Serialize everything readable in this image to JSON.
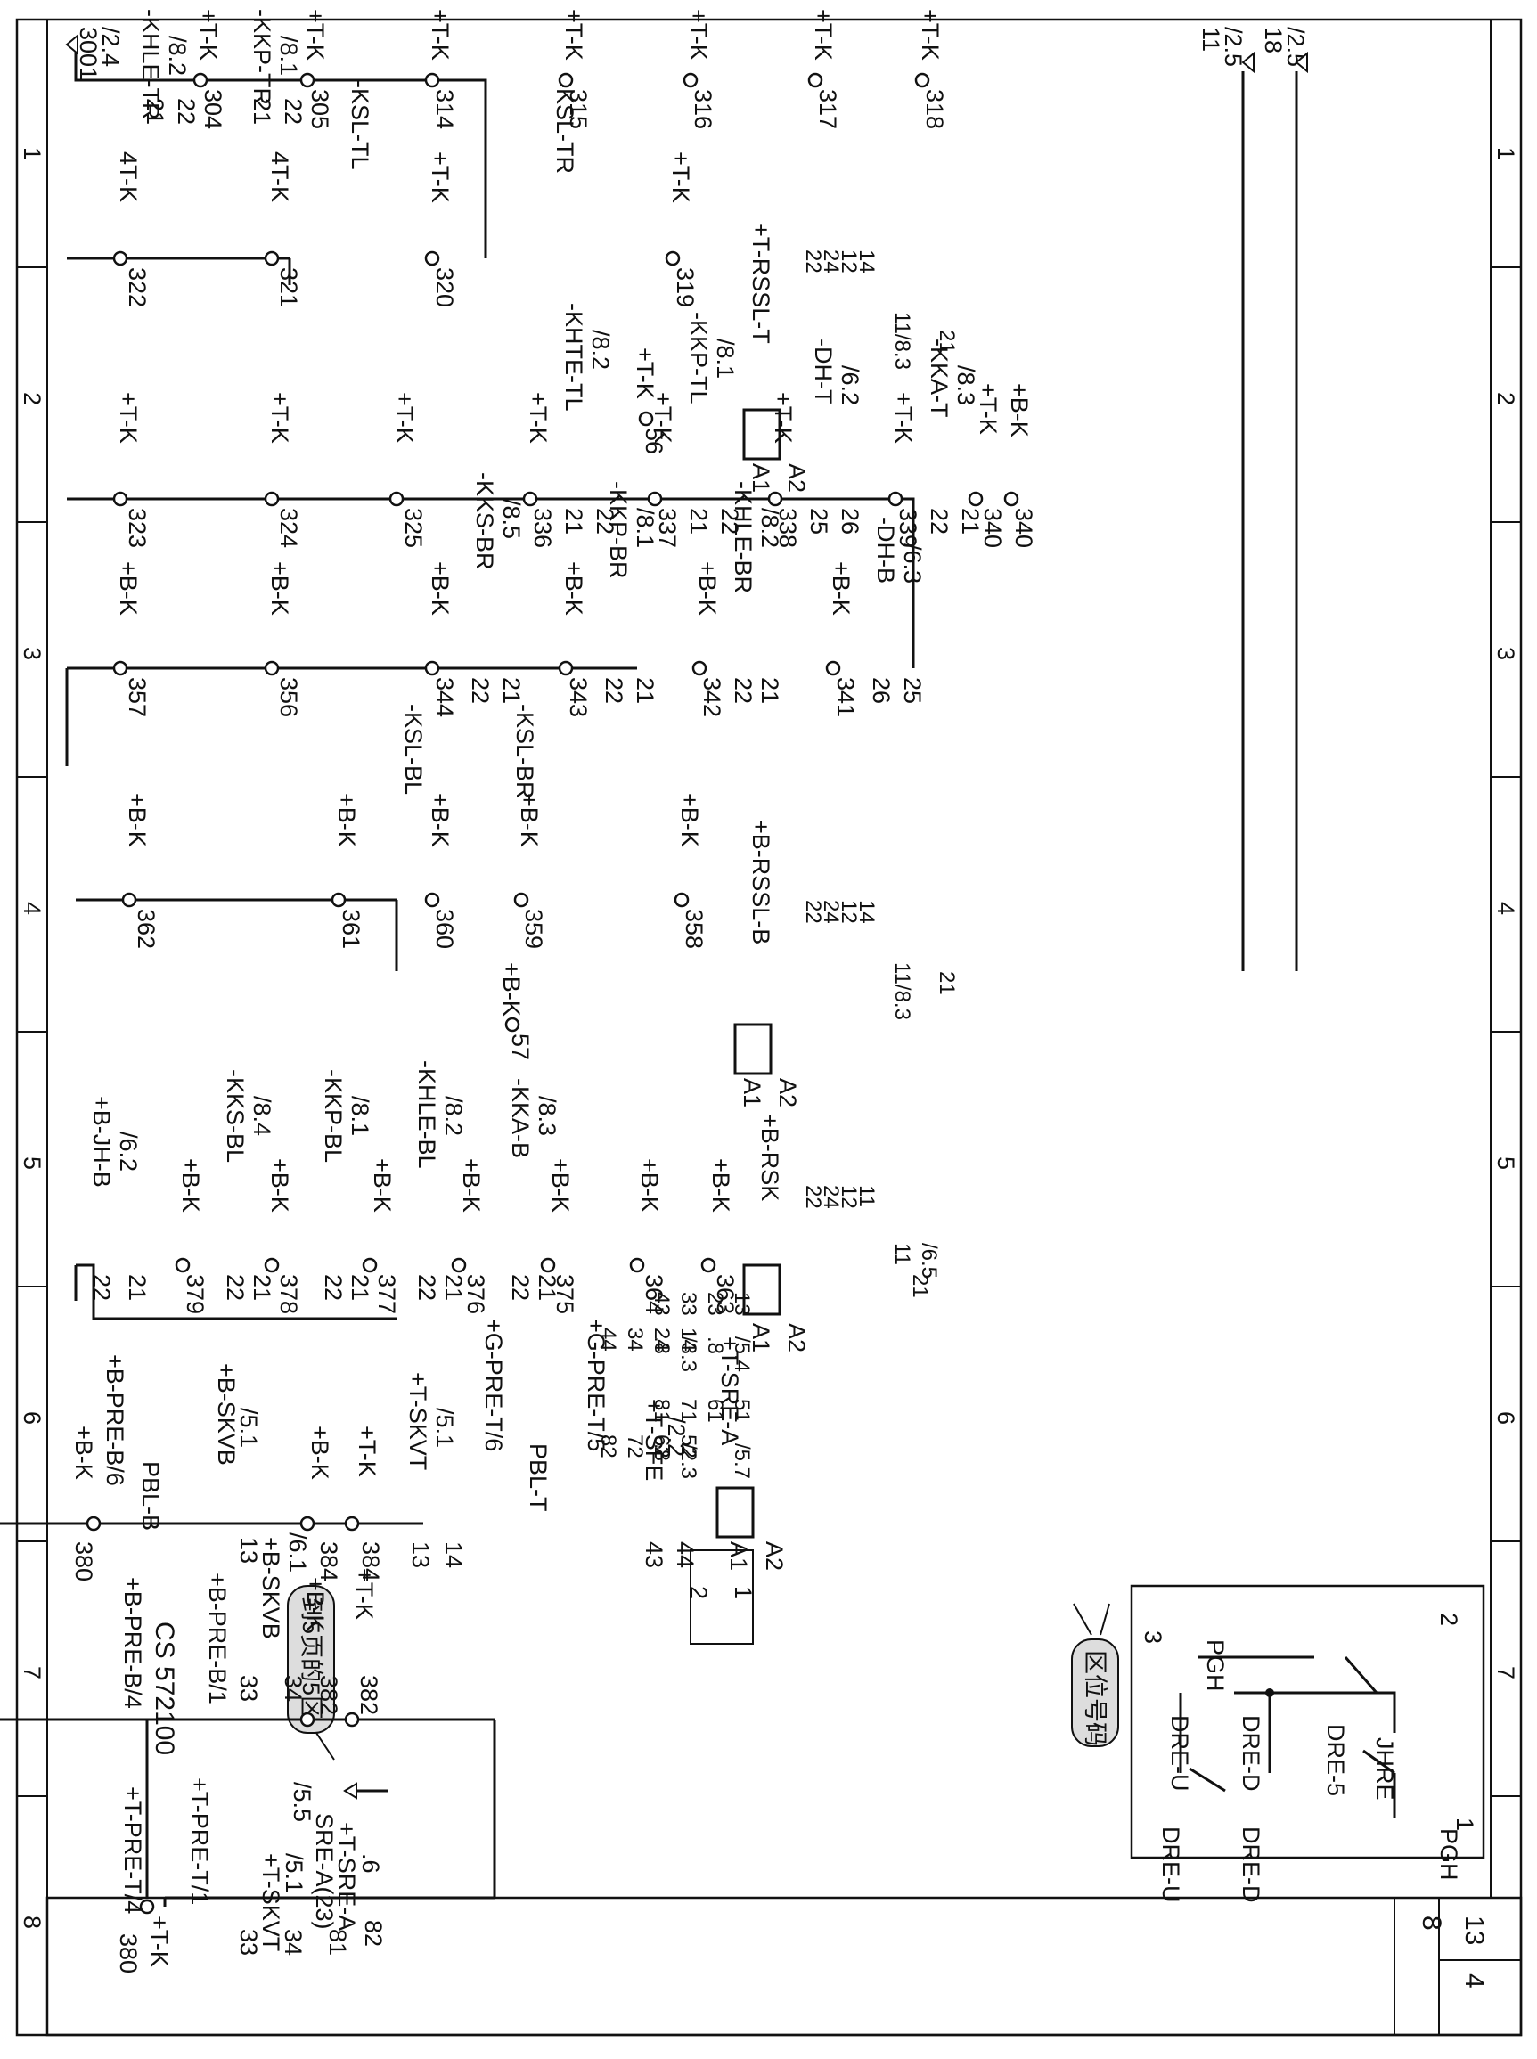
{
  "title_block": {
    "drawing_number": "CS 572100",
    "sheet": "13",
    "sheet_count": "4"
  },
  "zone_numbers": [
    "1",
    "2",
    "3",
    "4",
    "5",
    "6",
    "7",
    "8"
  ],
  "legend": {
    "label_1": "1",
    "label_2": "2",
    "label_3": "3",
    "pgh": "PGH",
    "jhre": "JHRE",
    "dre5": "DRE-5",
    "dre_d_top": "DRE-D",
    "dre_u_top": "DRE-U",
    "dre_d_bot": "DRE-D",
    "dre_u_bot": "DRE-U",
    "pgh2": "PGH"
  },
  "callouts": {
    "zone_number": "区位号码",
    "to_page5": "到5页的5区",
    "sre_ref": "SRE-A(23)",
    "sre_ref_zone": "/5.5"
  },
  "supply": {
    "left": "3001",
    "left_ref": "/2.4",
    "r11": "11",
    "r11_ref": "/2.5",
    "r18": "18",
    "r18_ref": "/2.5"
  },
  "top_network": {
    "tk380": "+T-K",
    "tk380_n": "380",
    "pre_t4": "+T-PRE-T/4",
    "pre_t1": "+T-PRE-T/1",
    "skvt_a": "+T-SKVT",
    "skvt_a_ref": "/5.1",
    "n33": "33",
    "n34": "34",
    "sre_t": "+T-SRE-A",
    "sre_t_ref": ".6",
    "n81": "81",
    "n82": "82",
    "pre_b4": "+B-PRE-B/4",
    "pre_b1": "+B-PRE-B/1",
    "skvb_a": "+B-SKVB",
    "skvb_a_ref": "/6.1",
    "n33b": "33",
    "n34b": "34",
    "bk382": "+B-K",
    "bk382_n": "382",
    "tk382": "+T-K",
    "tk382_n": "382",
    "sre43": "+T-SRE-A",
    "sre43_ref": ".6",
    "n43": "43",
    "n44": "44",
    "sre23": "+T-SRE-A",
    "sre23_ref": ".6",
    "n24": "24",
    "n23": "23"
  },
  "mid_chain": {
    "bk380": "+B-K",
    "bk380_n": "380",
    "pre_b6": "+B-PRE-B/6",
    "pbl_b": "PBL-B",
    "skvb": "+B-SKVB",
    "skvb_ref": "/5.1",
    "n13a": "13",
    "bk384": "+B-K",
    "bk384_n": "384",
    "tk384": "+T-K",
    "tk384_n": "384",
    "skvt": "+T-SKVT",
    "skvt_ref": "/5.1",
    "n13b": "13",
    "n14b": "14",
    "pre_t6": "+G-PRE-T/6",
    "pbl_t": "PBL-T",
    "pre_t5": "+G-PRE-T/5",
    "sfe": "+T-SFE",
    "sfe_ref": "/2.2",
    "n43s": "43",
    "n44s": "44",
    "sre_coil": "+T-SRE-A",
    "a1": "A1",
    "a2": "A2",
    "diode_1": "1",
    "diode_2": "2"
  },
  "sre_contacts": {
    "rows": [
      {
        "l": "13",
        "r": "14",
        "ref": "/5.4"
      },
      {
        "l": "23",
        "r": "24",
        "ref": ".8"
      },
      {
        "l": "33",
        "r": "34",
        "ref": "/3.3"
      },
      {
        "l": "43",
        "r": "44",
        "ref": ".8"
      },
      {
        "l": "51",
        "r": "52",
        "ref": "/5.7"
      },
      {
        "l": "61",
        "r": "62",
        "ref": ""
      },
      {
        "l": "71",
        "r": "72",
        "ref": "/2.3"
      },
      {
        "l": "81",
        "r": "82",
        "ref": ".8"
      }
    ]
  },
  "b_chain": {
    "jh": "+B-JH-B",
    "jh_ref": "/6.2",
    "n22a": "22",
    "n21a": "21",
    "t379": "+B-K",
    "n379": "379",
    "kks": "-KKS-BL",
    "kks_ref": "/8.4",
    "n22b": "22",
    "n21b": "21",
    "t378": "+B-K",
    "n378": "378",
    "kkp": "-KKP-BL",
    "kkp_ref": "/8.1",
    "n22c": "22",
    "n21c": "21",
    "t377": "+B-K",
    "n377": "377",
    "khle": "-KHLE-BL",
    "khle_ref": "/8.2",
    "n22d": "22",
    "n21d": "21",
    "t376": "+B-K",
    "n376": "376",
    "kka": "-KKA-B",
    "kka_ref": "/8.3",
    "n22e": "22",
    "n21e": "21",
    "t375": "+B-K",
    "n375": "375",
    "t364": "+B-K",
    "n364": "364",
    "t363": "+B-K",
    "n363": "363",
    "rsk": "+B-RSK",
    "a1": "A1",
    "a2": "A2",
    "rsk_c1": "11",
    "rsk_c1_ref": "/6.5",
    "rsk_c2": "21",
    "rsk_rows": [
      "11",
      "12",
      "24",
      "22"
    ]
  },
  "b_rssl": {
    "t362": "+B-K",
    "n362": "362",
    "t361": "+B-K",
    "n361": "361",
    "t360": "+B-K",
    "n360": "360",
    "t359": "+B-K",
    "n359": "359",
    "t358": "+B-K",
    "n358": "358",
    "t57": "+B-K",
    "n57": "57",
    "ksl_bl": "-KSL-BL",
    "ksl_br": "-KSL-BR",
    "coil": "+B-RSSL-B",
    "a1": "A1",
    "a2": "A2",
    "c1": "11/8.3",
    "c2": "21",
    "rows": [
      "14",
      "12",
      "24",
      "22"
    ]
  },
  "b_chain2": {
    "t357": "+B-K",
    "n357": "357",
    "t356": "+B-K",
    "n356": "356",
    "t344": "+B-K",
    "n344": "344",
    "kks": "-KKS-BR",
    "kks_ref": "/8.5",
    "n22a": "22",
    "n21a": "21",
    "t343": "+B-K",
    "n343": "343",
    "kkp": "-KKP-BR",
    "kkp_ref": "/8.1",
    "n22b": "22",
    "n21b": "21",
    "t342": "+B-K",
    "n342": "342",
    "khle": "-KHLE-BR",
    "khle_ref": "/8.2",
    "n22c": "22",
    "n21c": "21",
    "t341": "+B-K",
    "n341": "341",
    "dh": "-DH-B",
    "dh_ref": "/6.3",
    "n26": "26",
    "n25": "25"
  },
  "t_chain": {
    "t323": "+T-K",
    "n323": "323",
    "t324": "+T-K",
    "n324": "324",
    "t325": "+T-K",
    "n325": "325",
    "t336": "+T-K",
    "n336": "336",
    "khte": "-KHTE-TL",
    "khte_ref": "/8.2",
    "n21a": "21",
    "n22a": "22",
    "t337": "+T-K",
    "n337": "337",
    "kkp": "-KKP-TL",
    "kkp_ref": "/8.1",
    "n21b": "21",
    "n22b": "22",
    "t338": "+T-K",
    "n338": "338",
    "dh": "-DH-T",
    "dh_ref": "/6.2",
    "n25": "25",
    "n26": "26",
    "t339": "+T-K",
    "n339": "339",
    "kka": "-KKA-T",
    "kka_ref": "/8.3",
    "n22c": "22",
    "n21c": "21",
    "t340a": "+T-K",
    "n340a": "340",
    "t340b": "+B-K",
    "n340b": "340"
  },
  "t_rssl": {
    "t322": "4T-K",
    "n322": "322",
    "t321": "4T-K",
    "n321": "321",
    "t320": "+T-K",
    "n320": "320",
    "t319": "+T-K",
    "n319": "319",
    "t56": "+T-K",
    "n56": "56",
    "ksl_tl": "-KSL-TL",
    "ksl_tr": "-KSL-TR",
    "coil": "+T-RSSL-T",
    "a1": "A1",
    "a2": "A2",
    "c1": "11/8.3",
    "c2": "21",
    "rows": [
      "14",
      "12",
      "24",
      "22"
    ]
  },
  "t_chain0": {
    "khle": "-KHLE-TR",
    "khle_ref": "/8.2",
    "n21a": "21",
    "n22a": "22",
    "t304": "+T-K",
    "n304": "304",
    "kkp": "-KKP-TR",
    "kkp_ref": "/8.1",
    "n21b": "21",
    "n22b": "22",
    "t305": "+T-K",
    "n305": "305",
    "t314": "+T-K",
    "n314": "314",
    "t315": "+T-K",
    "n315": "315",
    "t316": "+T-K",
    "n316": "316",
    "t317": "+T-K",
    "n317": "317",
    "t318": "+T-K",
    "n318": "318"
  }
}
